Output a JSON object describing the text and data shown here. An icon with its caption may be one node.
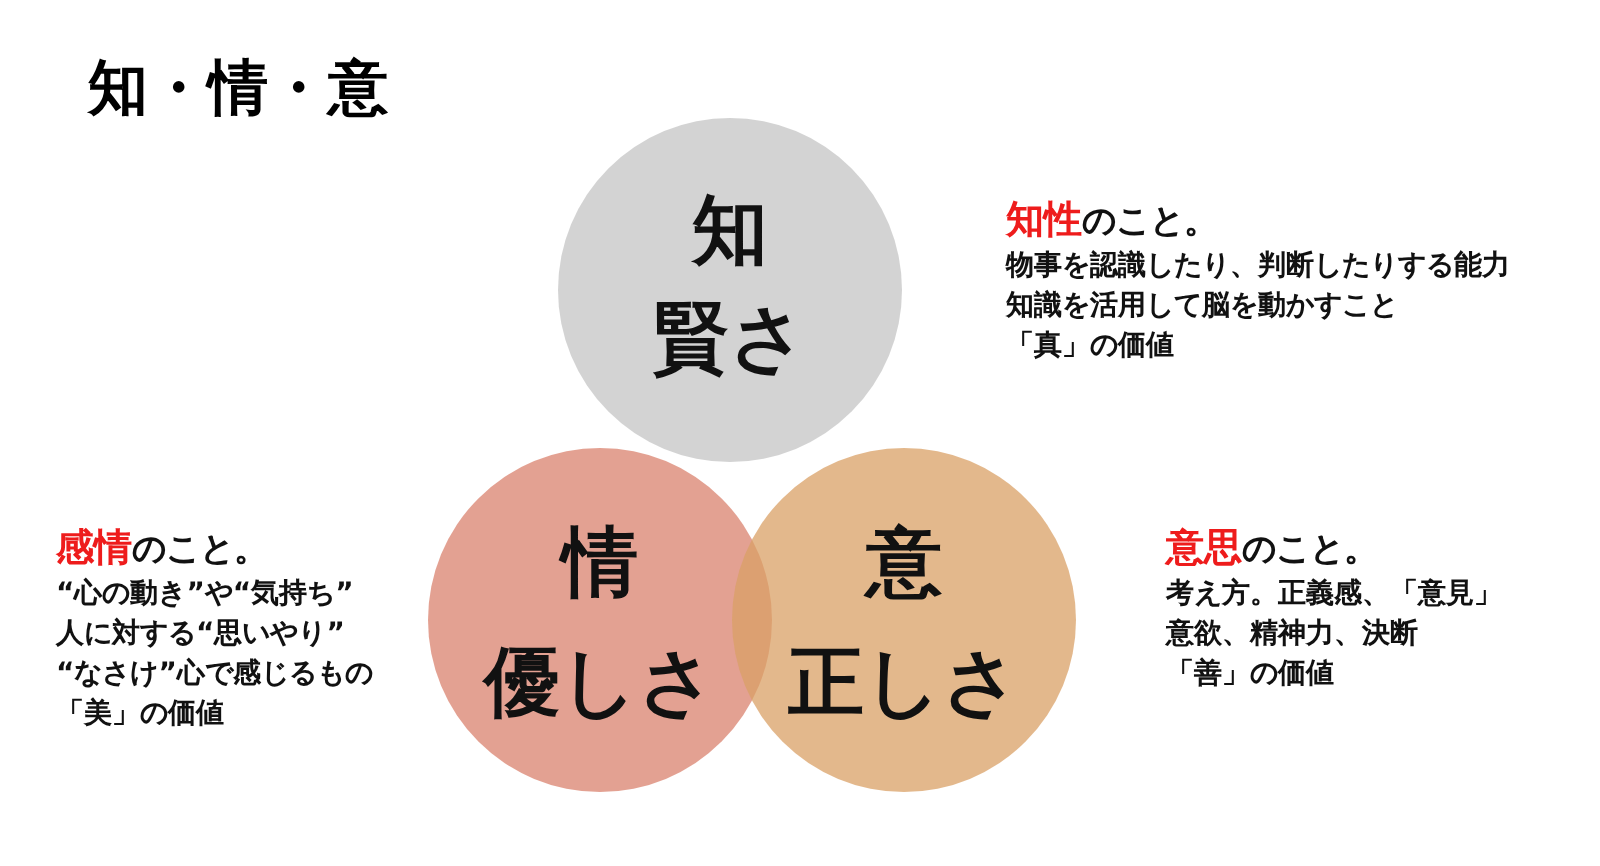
{
  "diagram": {
    "title": "知・情・意",
    "nodes": [
      {
        "text": [
          "知",
          "賢さ"
        ],
        "beside": [
          "**知性**のこと。",
          "物事を認識したり、判断したりする能力",
          "知識を活用して脳を動かすこと",
          "「真」の価値"
        ]
      },
      {
        "text": [
          "情",
          "優しさ"
        ],
        "beside": [
          "**感情**のこと。",
          "“心の動き”や“気持ち”",
          "人に対する“思いやり”",
          "“なさけ”心で感じるもの",
          "「美」の価値"
        ]
      },
      {
        "text": [
          "意",
          "正しさ"
        ],
        "beside": [
          "**意思**のこと。",
          "考え方。正義感、「意見」",
          "意欲、精神力、決断",
          "「善」の価値"
        ]
      }
    ],
    "edges": []
  }
}
